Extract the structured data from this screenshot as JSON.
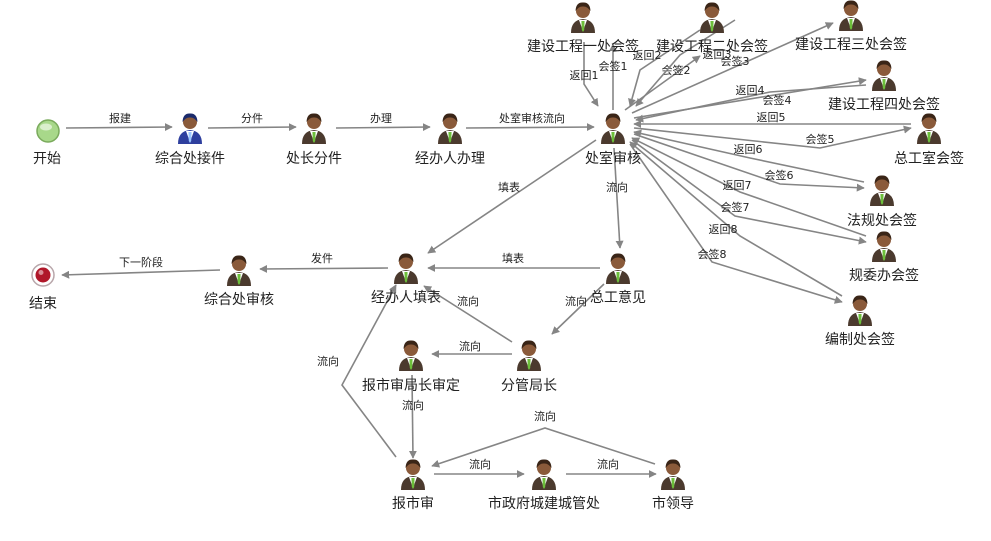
{
  "colors": {
    "edge": "#858585",
    "user_head": "#8a5a3a",
    "user_body": "#4b3a2e",
    "user_shirt": "#ffffff",
    "user_tie": "#6dbf3b",
    "user_blue": "#2e3f9e",
    "start": "#a8d88a",
    "end": "#b0182a",
    "text": "#222222"
  },
  "nodes": [
    {
      "id": "start",
      "label": "开始",
      "icon": "start-event-icon"
    },
    {
      "id": "zhjj",
      "label": "综合处接件",
      "icon": "user-blue-icon"
    },
    {
      "id": "czff",
      "label": "处长分件",
      "icon": "user-icon"
    },
    {
      "id": "jbrbl",
      "label": "经办人办理",
      "icon": "user-icon"
    },
    {
      "id": "cssh",
      "label": "处室审核",
      "icon": "user-icon"
    },
    {
      "id": "js1",
      "label": "建设工程一处会签",
      "icon": "user-icon"
    },
    {
      "id": "js2",
      "label": "建设工程二处会签",
      "icon": "user-icon"
    },
    {
      "id": "js3",
      "label": "建设工程三处会签",
      "icon": "user-icon"
    },
    {
      "id": "js4",
      "label": "建设工程四处会签",
      "icon": "user-icon"
    },
    {
      "id": "zgs",
      "label": "总工室会签",
      "icon": "user-icon"
    },
    {
      "id": "fg",
      "label": "法规处会签",
      "icon": "user-icon"
    },
    {
      "id": "gw",
      "label": "规委办会签",
      "icon": "user-icon"
    },
    {
      "id": "bz",
      "label": "编制处会签",
      "icon": "user-icon"
    },
    {
      "id": "zgyj",
      "label": "总工意见",
      "icon": "user-icon"
    },
    {
      "id": "jbrtb",
      "label": "经办人填表",
      "icon": "user-icon"
    },
    {
      "id": "zhsh",
      "label": "综合处审核",
      "icon": "user-icon"
    },
    {
      "id": "end",
      "label": "结束",
      "icon": "end-event-icon"
    },
    {
      "id": "fgjz",
      "label": "分管局长",
      "icon": "user-icon"
    },
    {
      "id": "bsjz",
      "label": "报市审局长审定",
      "icon": "user-icon"
    },
    {
      "id": "bss",
      "label": "报市审",
      "icon": "user-icon"
    },
    {
      "id": "szf",
      "label": "市政府城建城管处",
      "icon": "user-icon"
    },
    {
      "id": "sld",
      "label": "市领导",
      "icon": "user-icon"
    }
  ],
  "edges": [
    {
      "id": "e-baojian",
      "from": "start",
      "to": "zhjj",
      "label": "报建"
    },
    {
      "id": "e-fenjian",
      "from": "zhjj",
      "to": "czff",
      "label": "分件"
    },
    {
      "id": "e-banli",
      "from": "czff",
      "to": "jbrbl",
      "label": "办理"
    },
    {
      "id": "e-cssl",
      "from": "jbrbl",
      "to": "cssh",
      "label": "处室审核流向"
    },
    {
      "id": "e-hq1",
      "from": "cssh",
      "to": "js1",
      "label": "会签1"
    },
    {
      "id": "e-fh1",
      "from": "js1",
      "to": "cssh",
      "label": "返回1"
    },
    {
      "id": "e-hq2",
      "from": "cssh",
      "to": "js2",
      "label": "会签2"
    },
    {
      "id": "e-fh2",
      "from": "js2",
      "to": "cssh",
      "label": "返回2"
    },
    {
      "id": "e-hq3",
      "from": "cssh",
      "to": "js3",
      "label": "会签3"
    },
    {
      "id": "e-fh3",
      "from": "js3",
      "to": "cssh",
      "label": "返回3"
    },
    {
      "id": "e-hq4",
      "from": "cssh",
      "to": "js4",
      "label": "会签4"
    },
    {
      "id": "e-fh4",
      "from": "js4",
      "to": "cssh",
      "label": "返回4"
    },
    {
      "id": "e-hq5",
      "from": "cssh",
      "to": "zgs",
      "label": "会签5"
    },
    {
      "id": "e-fh5",
      "from": "zgs",
      "to": "cssh",
      "label": "返回5"
    },
    {
      "id": "e-hq6",
      "from": "cssh",
      "to": "fg",
      "label": "会签6"
    },
    {
      "id": "e-fh6",
      "from": "fg",
      "to": "cssh",
      "label": "返回6"
    },
    {
      "id": "e-hq7",
      "from": "cssh",
      "to": "gw",
      "label": "会签7"
    },
    {
      "id": "e-fh7",
      "from": "gw",
      "to": "cssh",
      "label": "返回7"
    },
    {
      "id": "e-hq8",
      "from": "cssh",
      "to": "bz",
      "label": "会签8"
    },
    {
      "id": "e-fh8",
      "from": "bz",
      "to": "cssh",
      "label": "返回8"
    },
    {
      "id": "e-tianbiao1",
      "from": "cssh",
      "to": "jbrtb",
      "label": "填表"
    },
    {
      "id": "e-liuxiang1",
      "from": "cssh",
      "to": "zgyj",
      "label": "流向"
    },
    {
      "id": "e-tianbiao2",
      "from": "zgyj",
      "to": "jbrtb",
      "label": "填表"
    },
    {
      "id": "e-liuxiang2",
      "from": "zgyj",
      "to": "fgjz",
      "label": "流向"
    },
    {
      "id": "e-liuxiang3",
      "from": "fgjz",
      "to": "jbrtb",
      "label": "流向"
    },
    {
      "id": "e-liuxiang4",
      "from": "fgjz",
      "to": "bsjz",
      "label": "流向"
    },
    {
      "id": "e-liuxiang5",
      "from": "bsjz",
      "to": "bss",
      "label": "流向"
    },
    {
      "id": "e-liuxiang6",
      "from": "bss",
      "to": "jbrtb",
      "label": "流向"
    },
    {
      "id": "e-liuxiang7",
      "from": "bss",
      "to": "szf",
      "label": "流向"
    },
    {
      "id": "e-liuxiang8",
      "from": "szf",
      "to": "sld",
      "label": "流向"
    },
    {
      "id": "e-liuxiang9",
      "from": "sld",
      "to": "bss",
      "label": "流向"
    },
    {
      "id": "e-fajian",
      "from": "jbrtb",
      "to": "zhsh",
      "label": "发件"
    },
    {
      "id": "e-xiayijieduan",
      "from": "zhsh",
      "to": "end",
      "label": "下一阶段"
    }
  ]
}
